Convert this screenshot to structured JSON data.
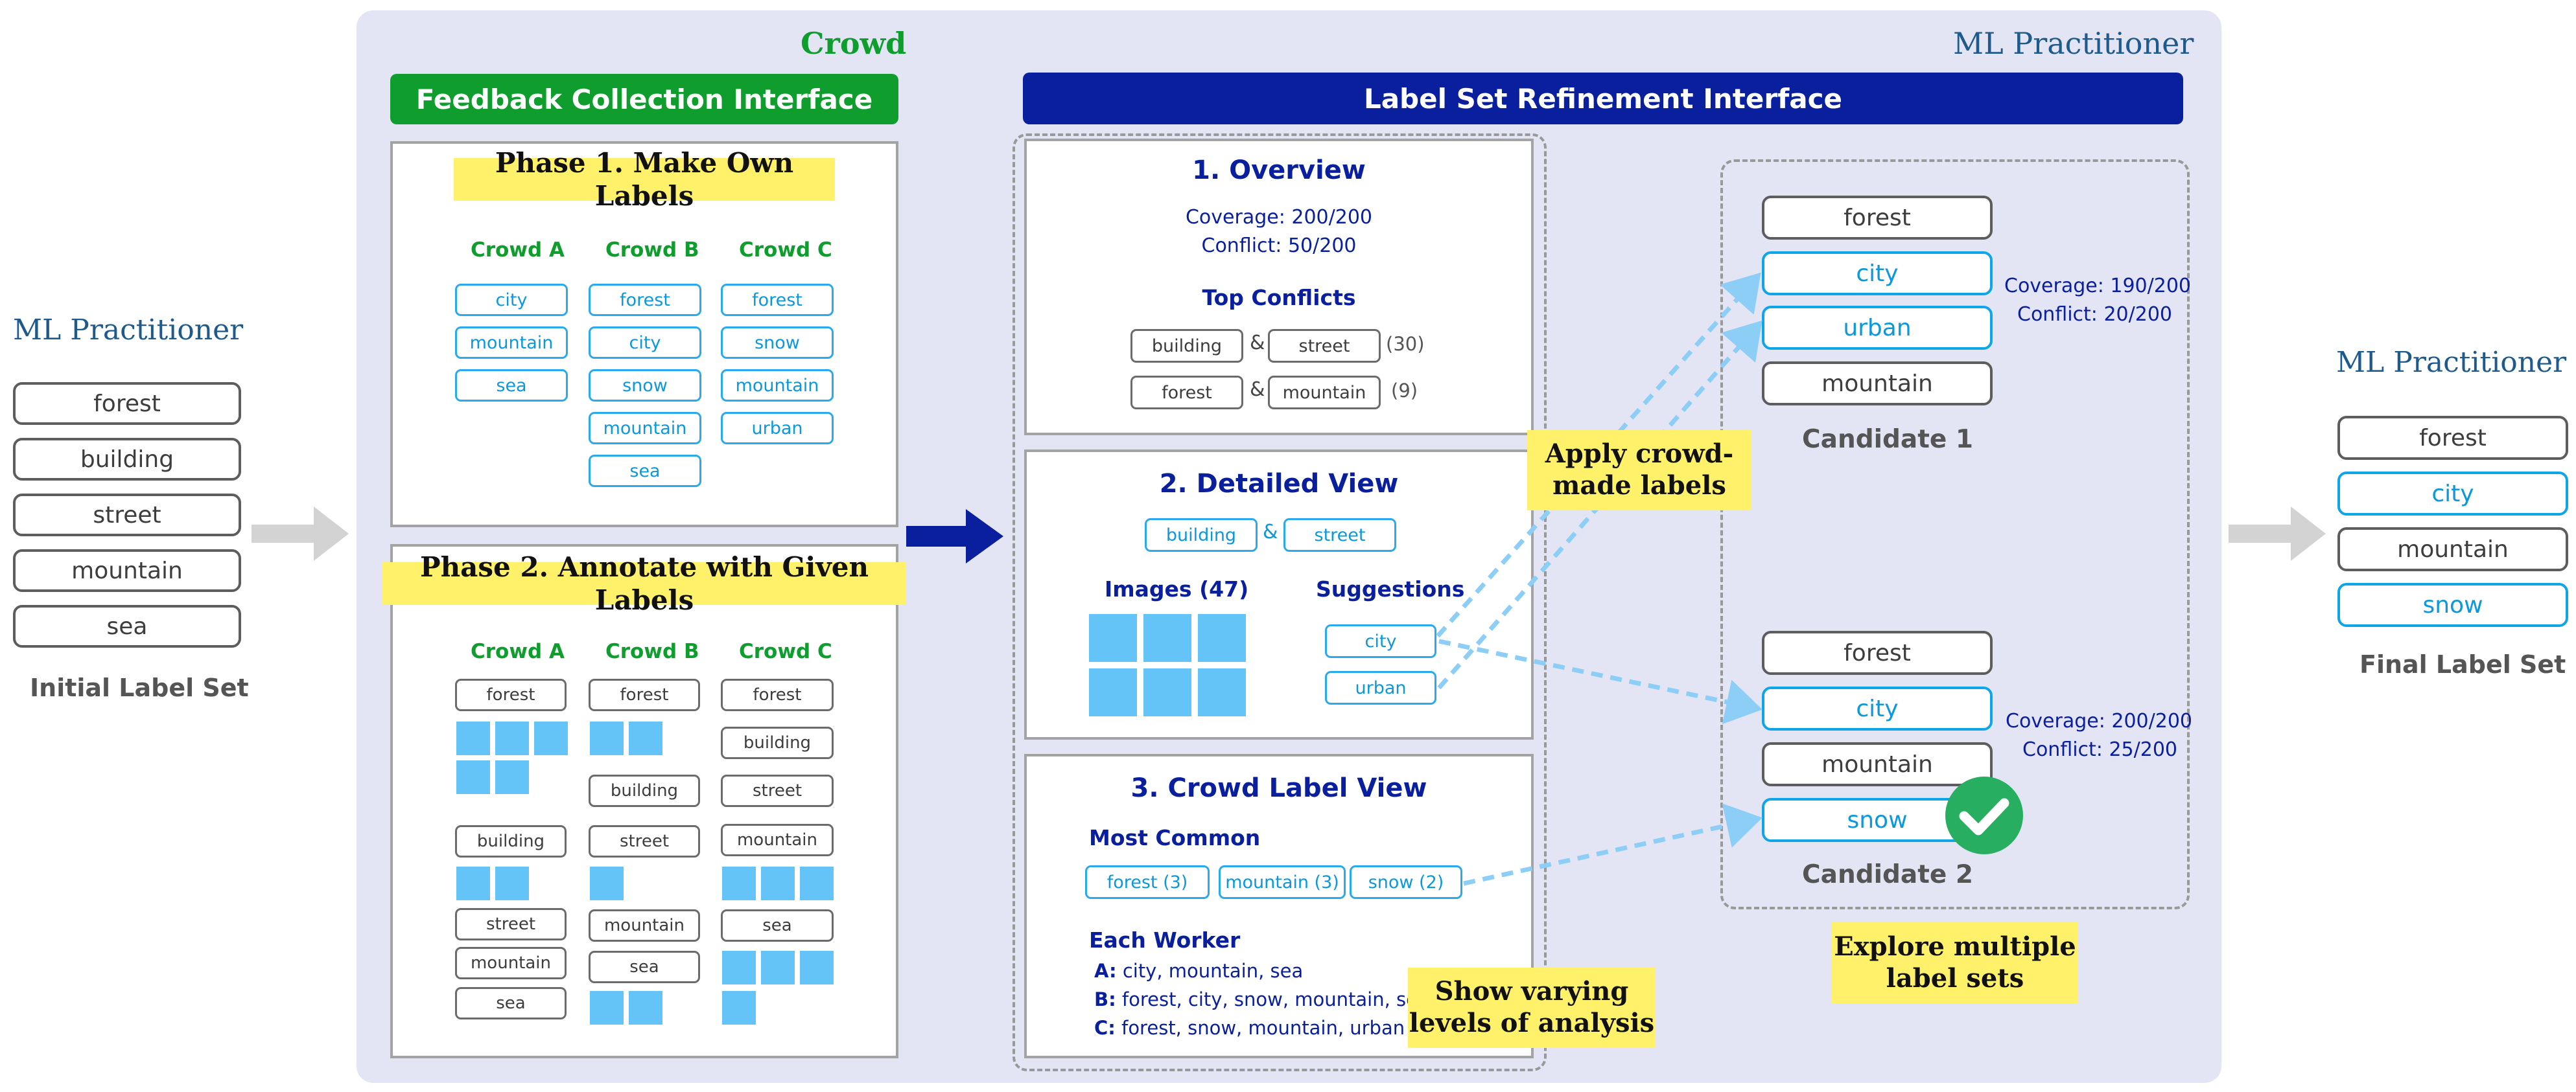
{
  "left": {
    "title": "ML Practitioner",
    "labels": [
      "forest",
      "building",
      "street",
      "mountain",
      "sea"
    ],
    "caption": "Initial Label Set"
  },
  "crowd_section": {
    "title": "Crowd",
    "banner": "Feedback Collection Interface",
    "phase1": {
      "title": "Phase 1. Make Own Labels",
      "crowds": [
        {
          "name": "Crowd A",
          "labels": [
            "city",
            "mountain",
            "sea"
          ]
        },
        {
          "name": "Crowd B",
          "labels": [
            "forest",
            "city",
            "snow",
            "mountain",
            "sea"
          ]
        },
        {
          "name": "Crowd C",
          "labels": [
            "forest",
            "snow",
            "mountain",
            "urban"
          ]
        }
      ]
    },
    "phase2": {
      "title": "Phase 2. Annotate with Given Labels",
      "crowds": [
        {
          "name": "Crowd A",
          "labels": [
            "forest",
            "building",
            "street",
            "mountain",
            "sea"
          ]
        },
        {
          "name": "Crowd B",
          "labels": [
            "forest",
            "building",
            "street",
            "mountain",
            "sea"
          ]
        },
        {
          "name": "Crowd C",
          "labels": [
            "forest",
            "building",
            "street",
            "mountain",
            "sea"
          ]
        }
      ]
    }
  },
  "ml_section": {
    "title": "ML Practitioner",
    "banner": "Label Set Refinement Interface",
    "overview": {
      "title": "1. Overview",
      "coverage": "Coverage: 200/200",
      "conflict": "Conflict: 50/200",
      "top_conflicts_title": "Top Conflicts",
      "conflicts": [
        {
          "a": "building",
          "amp": "&",
          "b": "street",
          "count": "(30)"
        },
        {
          "a": "forest",
          "amp": "&",
          "b": "mountain",
          "count": "(9)"
        }
      ]
    },
    "detailed": {
      "title": "2. Detailed View",
      "pair_a": "building",
      "amp": "&",
      "pair_b": "street",
      "images_label": "Images (47)",
      "suggestions_label": "Suggestions",
      "suggestions": [
        "city",
        "urban"
      ]
    },
    "crowd_view": {
      "title": "3. Crowd Label View",
      "most_common_label": "Most Common",
      "most_common": [
        "forest (3)",
        "mountain (3)",
        "snow (2)"
      ],
      "each_worker_label": "Each Worker",
      "workers": [
        {
          "id": "A:",
          "labels": "city, mountain, sea"
        },
        {
          "id": "B:",
          "labels": "forest, city, snow, mountain, sea"
        },
        {
          "id": "C:",
          "labels": "forest, snow, mountain, urban"
        }
      ]
    },
    "candidate1": {
      "labels": [
        "forest",
        "city",
        "urban",
        "mountain"
      ],
      "name": "Candidate 1",
      "coverage": "Coverage: 190/200",
      "conflict": "Conflict: 20/200"
    },
    "candidate2": {
      "labels": [
        "forest",
        "city",
        "mountain",
        "snow"
      ],
      "name": "Candidate 2",
      "coverage": "Coverage: 200/200",
      "conflict": "Conflict: 25/200"
    },
    "notes": {
      "apply": "Apply crowd-\nmade labels",
      "varying": "Show varying\nlevels of analysis",
      "explore": "Explore multiple\nlabel sets"
    }
  },
  "right": {
    "title": "ML Practitioner",
    "labels": [
      "forest",
      "city",
      "mountain",
      "snow"
    ],
    "caption": "Final Label Set"
  },
  "colors": {
    "panel_bg": "#e3e5f4",
    "green": "#0f9d2e",
    "navy": "#0a1f9e",
    "title_blue": "#1f5a8c",
    "label_blue": "#0ea5e9",
    "note_yellow": "#fff16a",
    "check_green": "#27ae60"
  },
  "icons": [
    "arrow-right-icon",
    "check-circle-icon"
  ]
}
